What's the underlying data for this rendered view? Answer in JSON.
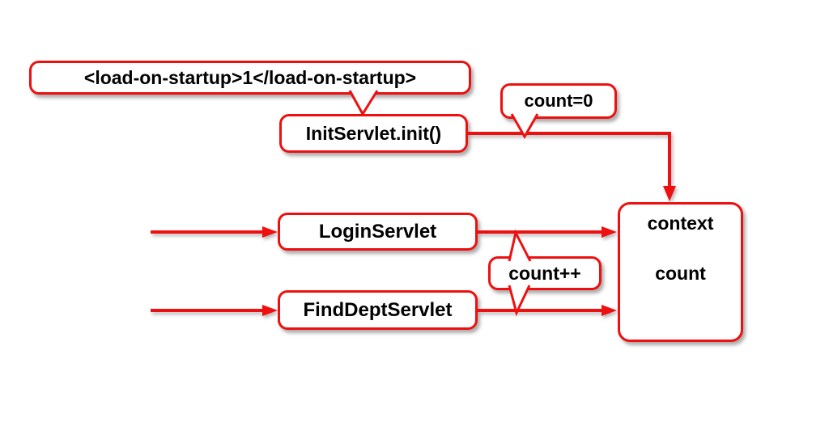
{
  "diagram": {
    "background_color": "#ffffff",
    "accent_color": "#ee1010",
    "text_color": "#000000",
    "nodes": {
      "load_on_startup": {
        "label": "<load-on-startup>1</load-on-startup>"
      },
      "init_servlet": {
        "label": "InitServlet.init()"
      },
      "count_zero": {
        "label": "count=0"
      },
      "login_servlet": {
        "label": "LoginServlet"
      },
      "find_dept_servlet": {
        "label": "FindDeptServlet"
      },
      "count_increment": {
        "label": "count++"
      },
      "context": {
        "line1": "context",
        "line2": "count"
      }
    },
    "edges": [
      {
        "from": "init_servlet",
        "to": "context",
        "label": "count=0"
      },
      {
        "from": "client",
        "to": "login_servlet",
        "label": ""
      },
      {
        "from": "client",
        "to": "find_dept_servlet",
        "label": ""
      },
      {
        "from": "login_servlet",
        "to": "context",
        "label": "count++"
      },
      {
        "from": "find_dept_servlet",
        "to": "context",
        "label": "count++"
      }
    ]
  }
}
